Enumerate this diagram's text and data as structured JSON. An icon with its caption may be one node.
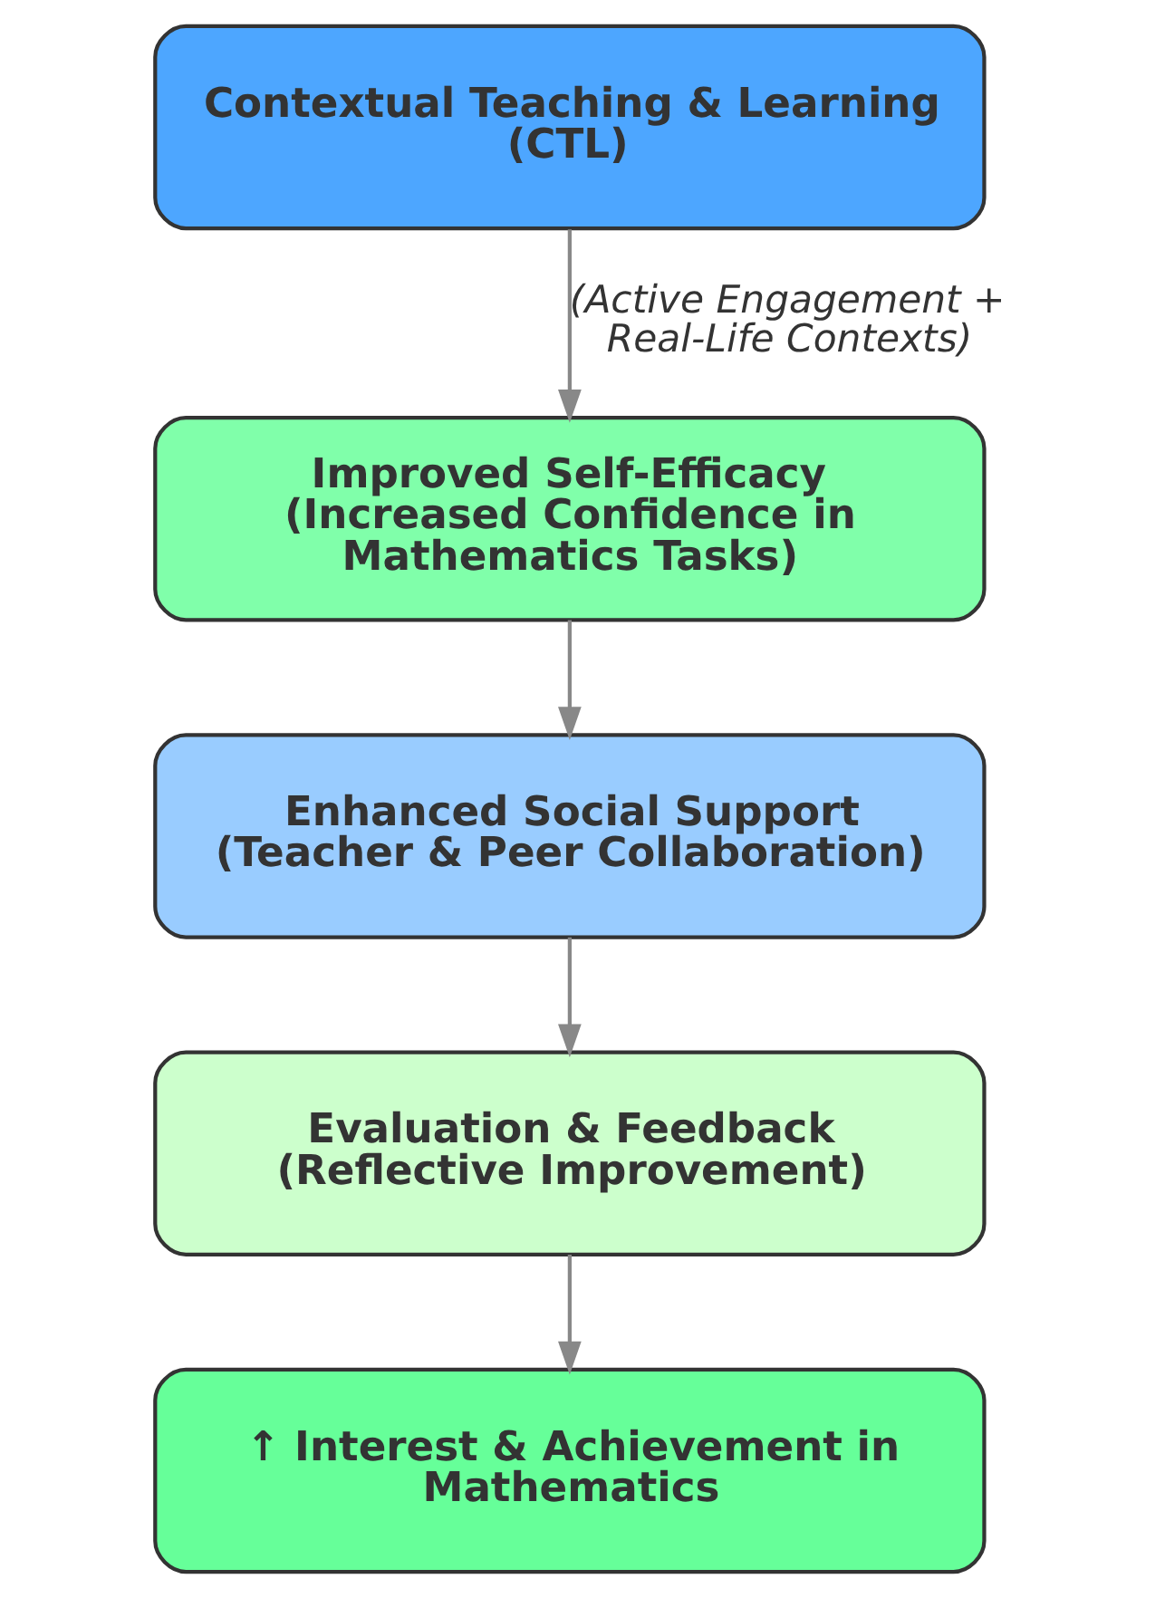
{
  "diagram": {
    "nodes": [
      {
        "text": [
          "Contextual Teaching & Learning (CTL)"
        ]
      },
      {
        "text": [
          "Improved Self-Efficacy (Increased Confidence in Mathematics Tasks)"
        ]
      },
      {
        "text": [
          "Enhanced Social Support (Teacher & Peer Collaboration)"
        ]
      },
      {
        "text": [
          "Evaluation & Feedback (Reflective Improvement)"
        ]
      },
      {
        "text": [
          "↑ Interest & Achievement in Mathematics"
        ]
      }
    ],
    "edges": [
      {
        "from": 0,
        "to": 1,
        "arrow": "to",
        "label": "(Active Engagement + Real-Life Contexts)"
      },
      {
        "from": 1,
        "to": 2,
        "arrow": "to"
      },
      {
        "from": 2,
        "to": 3,
        "arrow": "to"
      },
      {
        "from": 3,
        "to": 4,
        "arrow": "to"
      }
    ]
  }
}
